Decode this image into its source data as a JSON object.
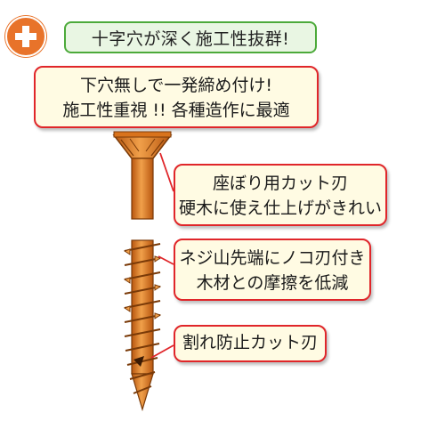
{
  "heading": "十字穴が深く施工性抜群!",
  "top_callout": {
    "line1": "下穴無しで一発締め付け!",
    "line2": "施工性重視 !! 各種造作に最適"
  },
  "features": {
    "seat_cutter": {
      "line1": "座ぼり用カット刃",
      "line2": "硬木に使え仕上げがきれい"
    },
    "thread_saw": {
      "line1": "ネジ山先端にノコ刃付き",
      "line2": "木材との摩擦を低減"
    },
    "split_prevention": {
      "line1": "割れ防止カット刃"
    }
  },
  "colors": {
    "accent_orange": "#e8732a",
    "callout_border": "#e0262a",
    "callout_fill": "#fffbe3",
    "heading_border": "#4caa3a",
    "heading_fill": "#e9f6e3",
    "screw_body": "#e07a1f"
  }
}
